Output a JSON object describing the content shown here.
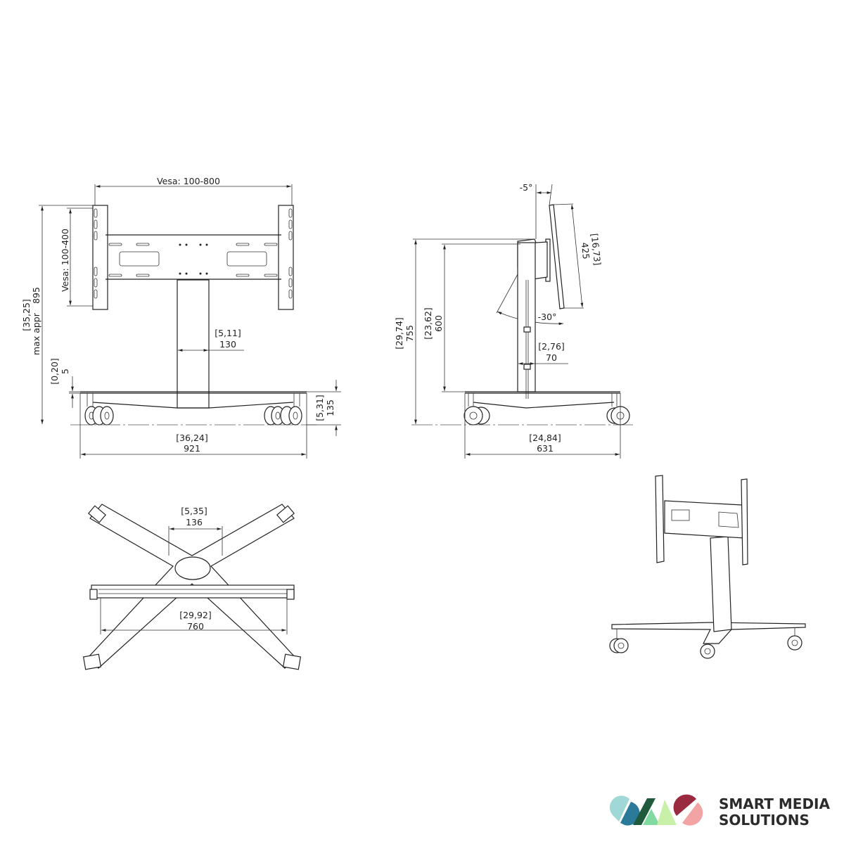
{
  "front_view": {
    "vesa_width": "Vesa: 100-800",
    "vesa_height": "Vesa: 100-400",
    "max_height_label": "max appr",
    "max_height_in": "[35,25]",
    "max_height_mm": "895",
    "column_in": "[5,11]",
    "column_mm": "130",
    "clearance_in": "[0,20]",
    "clearance_mm": "5",
    "base_height_in": "[5,31]",
    "base_height_mm": "135",
    "width_in": "[36,24]",
    "width_mm": "921"
  },
  "side_view": {
    "tilt_fwd": "-5°",
    "tilt_back": "-30°",
    "plate_in": "[16,73]",
    "plate_mm": "425",
    "total_in": "[29,74]",
    "total_mm": "755",
    "pivot_in": "[23,62]",
    "pivot_mm": "600",
    "column_in": "[2,76]",
    "column_mm": "70",
    "depth_in": "[24,84]",
    "depth_mm": "631"
  },
  "top_view": {
    "neck_in": "[5,35]",
    "neck_mm": "136",
    "span_in": "[29,92]",
    "span_mm": "760"
  },
  "logo": {
    "line1": "SMART MEDIA",
    "line2": "SOLUTIONS",
    "colors": [
      "#9fd8d6",
      "#2b7a9a",
      "#1f5a3c",
      "#7fd9a0",
      "#c9f0a8",
      "#9a2a3f",
      "#f2a4a4"
    ]
  }
}
